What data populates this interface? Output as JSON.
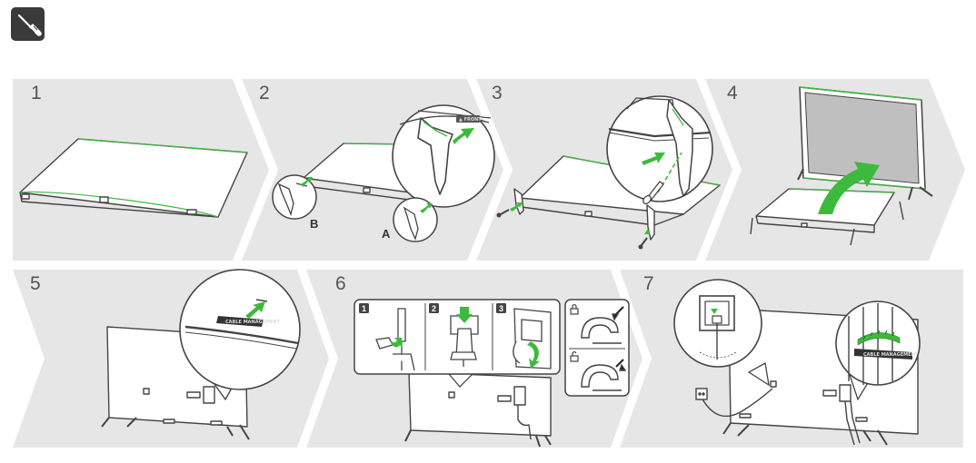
{
  "header": {
    "tool_icon": "screwdriver-icon"
  },
  "colors": {
    "panel_bg": "#e6e6e6",
    "accent_green": "#3dba3d",
    "line": "#444444",
    "badge_bg": "#3a3a3a"
  },
  "steps": [
    {
      "number": "1"
    },
    {
      "number": "2",
      "callouts": [
        "B",
        "A"
      ]
    },
    {
      "number": "3"
    },
    {
      "number": "4"
    },
    {
      "number": "5"
    },
    {
      "number": "6",
      "substeps": [
        "1",
        "2",
        "3"
      ]
    },
    {
      "number": "7"
    }
  ],
  "icons": {
    "lock": "lock-closed-icon",
    "unlock": "lock-open-icon",
    "direction": "arrow-icon"
  },
  "labels": {
    "stand_tag": "▲ FRONT",
    "cable_tag": "CABLE MANAGEMENT"
  }
}
